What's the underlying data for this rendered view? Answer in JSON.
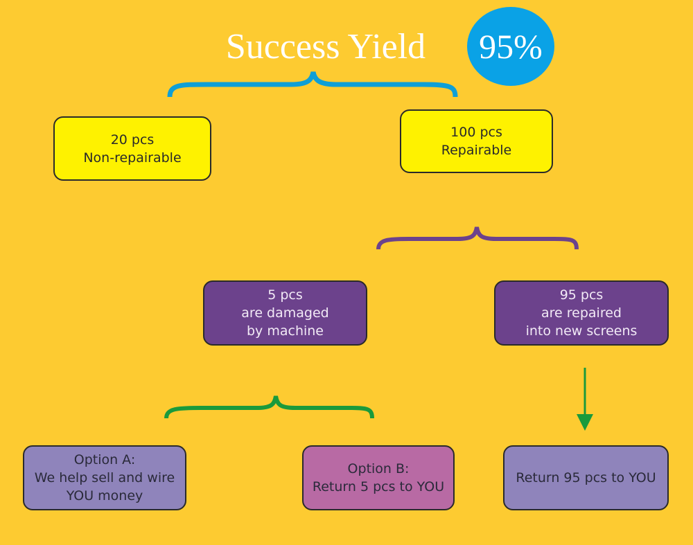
{
  "header": {
    "title": "Success Yield",
    "yield_badge": "95%"
  },
  "level1": {
    "non_repairable": {
      "count": "20 pcs",
      "label": "Non-repairable"
    },
    "repairable": {
      "count": "100 pcs",
      "label": "Repairable"
    }
  },
  "level2": {
    "damaged": {
      "lines": [
        "5 pcs",
        "are damaged",
        "by machine"
      ]
    },
    "repaired": {
      "lines": [
        "95 pcs",
        "are repaired",
        "into new screens"
      ]
    }
  },
  "level3": {
    "option_a": {
      "lines": [
        "Option A:",
        "We help sell and wire",
        "YOU money"
      ]
    },
    "option_b": {
      "lines": [
        "Option B:",
        "Return 5 pcs to YOU"
      ]
    },
    "return_95": {
      "label": "Return 95 pcs to YOU"
    }
  },
  "colors": {
    "background": "#fdcb31",
    "brace_blue": "#0f9fd6",
    "brace_purple": "#6c428c",
    "brace_green": "#1a9a3c",
    "arrow_green": "#1a9a3c",
    "badge": "#0aa2e6"
  }
}
